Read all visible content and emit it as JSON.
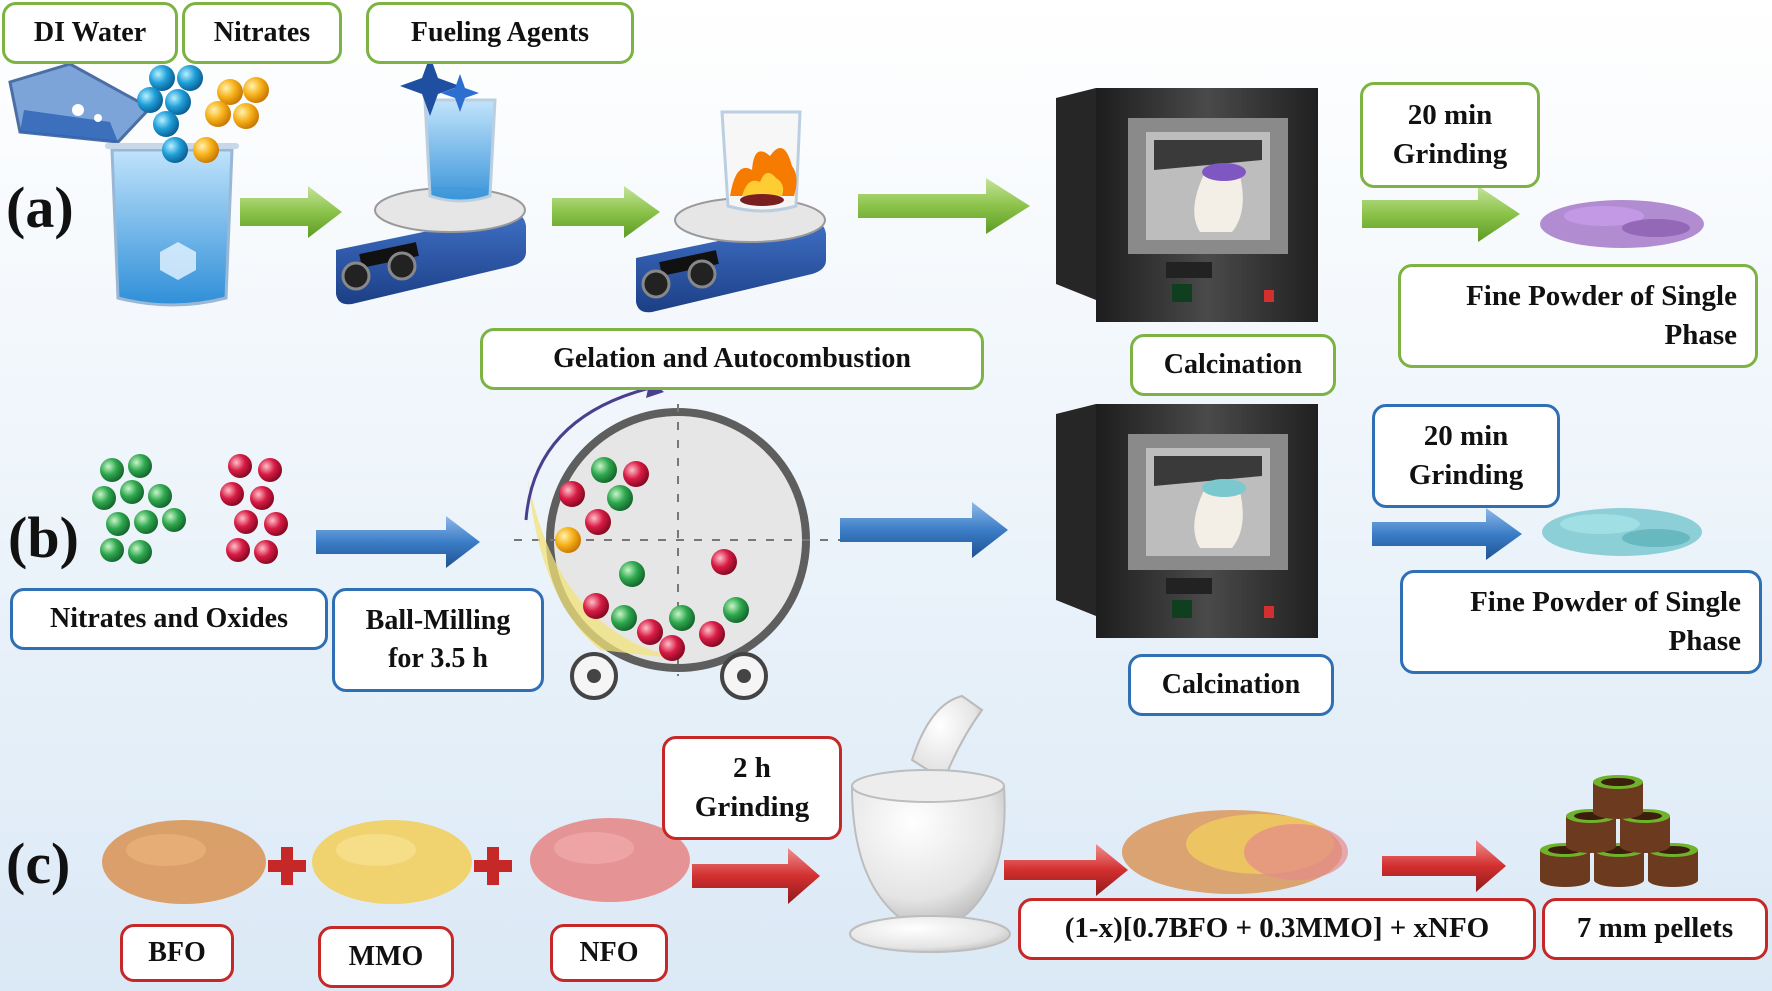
{
  "rows": {
    "a": {
      "label": "(a)",
      "inputs": [
        "DI Water",
        "Nitrates",
        "Fueling Agents"
      ],
      "step1": "Gelation and Autocombustion",
      "step2": "Calcination",
      "grinding": [
        "20 min",
        "Grinding"
      ],
      "product": [
        "Fine Powder of Single",
        "Phase"
      ],
      "accent": "#7cb342"
    },
    "b": {
      "label": "(b)",
      "inputs": "Nitrates and Oxides",
      "milling": [
        "Ball-Milling",
        "for 3.5 h"
      ],
      "step2": "Calcination",
      "grinding": [
        "20 min",
        "Grinding"
      ],
      "product": [
        "Fine Powder of Single",
        "Phase"
      ],
      "accent": "#2f6fb3"
    },
    "c": {
      "label": "(c)",
      "components": [
        "BFO",
        "MMO",
        "NFO"
      ],
      "grinding": [
        "2 h",
        "Grinding"
      ],
      "composite": "(1-x)[0.7BFO + 0.3MMO] + xNFO",
      "pellets": "7 mm pellets",
      "accent": "#c62828"
    }
  },
  "icons": {
    "flask": "flask-icon",
    "beaker": "beaker-icon",
    "stirrer": "hotplate-stirrer-icon",
    "furnace": "furnace-icon",
    "mill": "ball-mill-icon",
    "mortar": "mortar-pestle-icon",
    "powder": "powder-pile-icon",
    "pellet": "pellet-icon"
  },
  "colors": {
    "background_top": "#ffffff",
    "background_bottom": "#dbe9f6",
    "powder_a": "#a678c8",
    "powder_b": "#7cc8cf",
    "powder_bfo": "#d9975a",
    "powder_mmo": "#f2cf5e",
    "powder_nfo": "#e58a8a"
  }
}
